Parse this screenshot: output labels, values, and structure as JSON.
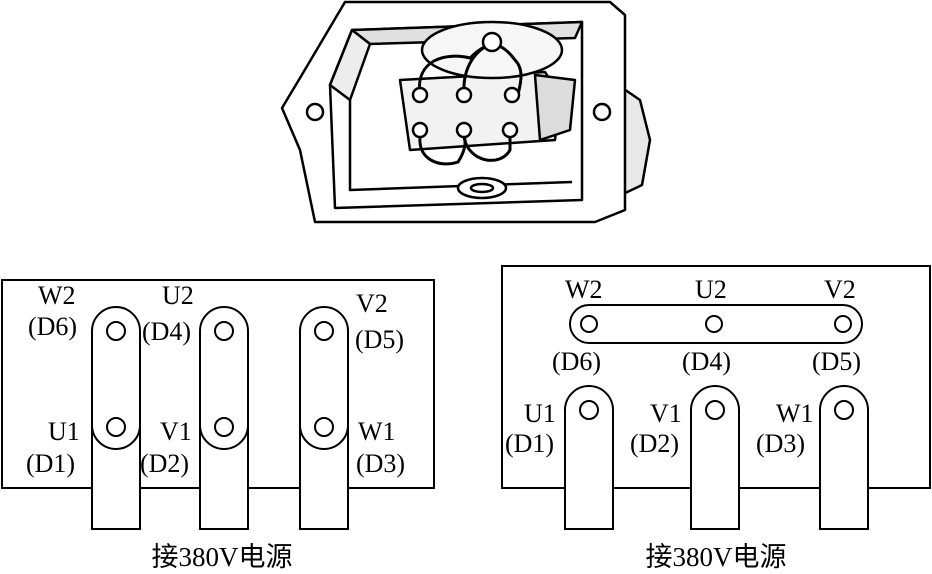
{
  "left_panel": {
    "top_labels": [
      {
        "name": "W2",
        "code": "(D6)"
      },
      {
        "name": "U2",
        "code": "(D4)"
      },
      {
        "name": "V2",
        "code": "(D5)"
      }
    ],
    "bottom_labels": [
      {
        "name": "U1",
        "code": "(D1)"
      },
      {
        "name": "V1",
        "code": "(D2)"
      },
      {
        "name": "W1",
        "code": "(D3)"
      }
    ],
    "caption": "接380V电源"
  },
  "right_panel": {
    "top_labels": [
      {
        "name": "W2",
        "code": "(D6)"
      },
      {
        "name": "U2",
        "code": "(D4)"
      },
      {
        "name": "V2",
        "code": "(D5)"
      }
    ],
    "bottom_labels": [
      {
        "name": "U1",
        "code": "(D1)"
      },
      {
        "name": "V1",
        "code": "(D2)"
      },
      {
        "name": "W1",
        "code": "(D3)"
      }
    ],
    "caption": "接380V电源"
  },
  "colors": {
    "line": "#000000",
    "background": "#ffffff"
  }
}
